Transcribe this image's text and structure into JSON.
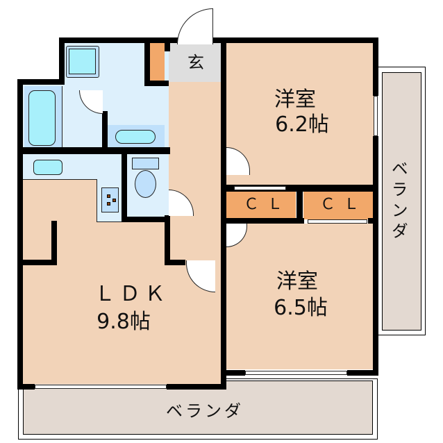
{
  "floorplan": {
    "colors": {
      "room": "#f2d3b8",
      "wet_area": "#ddf0fc",
      "fixture": "#a8f0fb",
      "fixture_bg": "#bfe0fb",
      "entrance": "#dedede",
      "closet": "#f2a86a",
      "veranda": "#e3d9d1",
      "wall": "#000000"
    },
    "rooms": {
      "entrance": {
        "label": "玄"
      },
      "western_room_1": {
        "label": "洋室",
        "size": "6.2帖"
      },
      "western_room_2": {
        "label": "洋室",
        "size": "6.5帖"
      },
      "ldk": {
        "label": "ＬＤＫ",
        "size": "9.8帖"
      },
      "closet_1": {
        "label": "ＣＬ"
      },
      "closet_2": {
        "label": "ＣＬ"
      },
      "veranda_right": {
        "label": "ベランダ"
      },
      "veranda_bottom": {
        "label": "ベランダ"
      }
    },
    "icons": [
      "bathtub-icon",
      "washbasin-icon",
      "washing-machine-icon",
      "toilet-icon",
      "kitchen-sink-icon",
      "stove-icon",
      "door-swing-icon",
      "sliding-window-icon"
    ]
  }
}
